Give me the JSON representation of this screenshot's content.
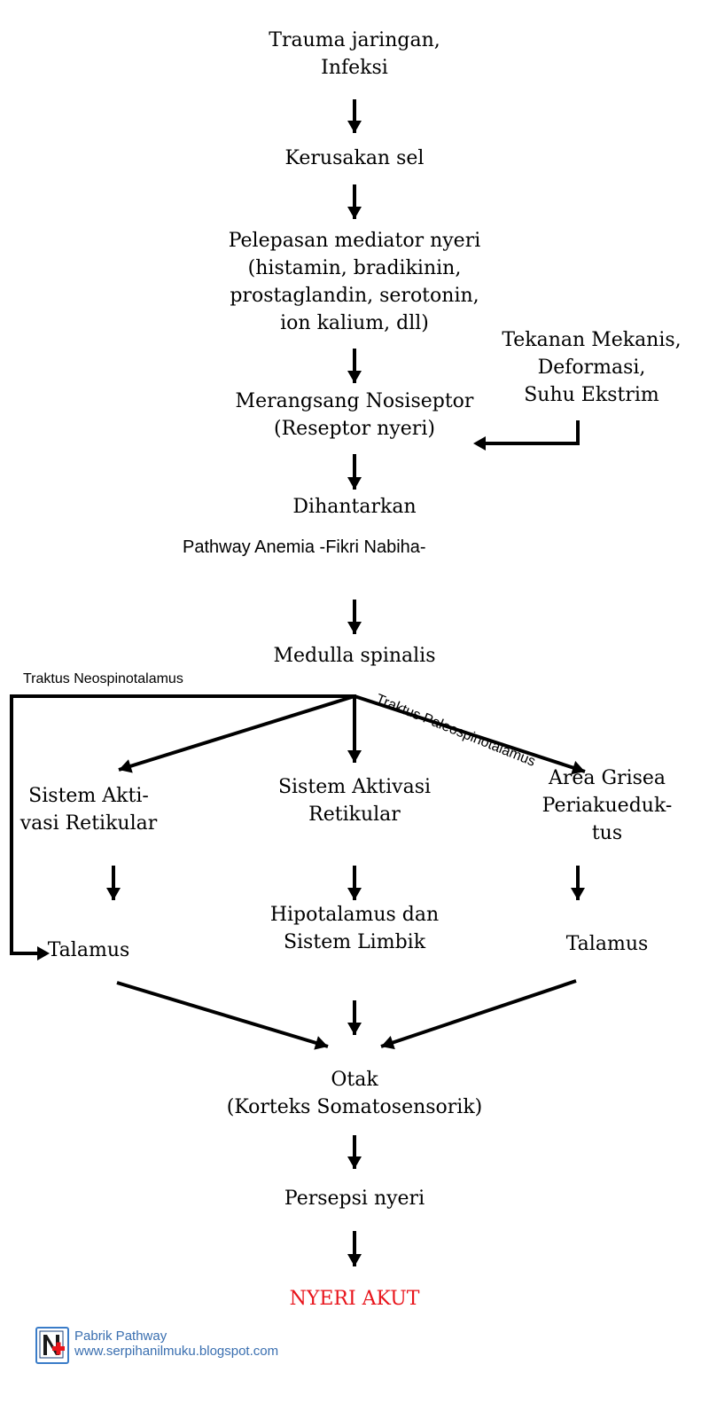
{
  "diagram": {
    "nodes": {
      "trauma": [
        "Trauma jaringan,",
        "Infeksi"
      ],
      "kerusakan": [
        "Kerusakan sel"
      ],
      "pelepasan": [
        "Pelepasan mediator nyeri",
        "(histamin, bradikinin,",
        "prostaglandin, serotonin,",
        "ion kalium, dll)"
      ],
      "tekanan": [
        "Tekanan Mekanis,",
        "Deformasi,",
        "Suhu Ekstrim"
      ],
      "merangsang": [
        "Merangsang Nosiseptor",
        "(Reseptor nyeri)"
      ],
      "dihantarkan": [
        "Dihantarkan"
      ],
      "medulla": [
        "Medulla spinalis"
      ],
      "sistem_left": [
        "Sistem Akti-",
        "vasi Retikular"
      ],
      "sistem_center": [
        "Sistem Aktivasi",
        "Retikular"
      ],
      "area_grisea": [
        "Area Grisea",
        "Periakueduk-",
        "tus"
      ],
      "talamus_left": [
        "Talamus"
      ],
      "hipotalamus": [
        "Hipotalamus dan",
        "Sistem Limbik"
      ],
      "talamus_right": [
        "Talamus"
      ],
      "otak": [
        "Otak",
        "(Korteks Somatosensorik)"
      ],
      "persepsi": [
        "Persepsi nyeri"
      ],
      "nyeri_akut": [
        "NYERI AKUT"
      ]
    },
    "edge_labels": {
      "neospinotalamus": "Traktus Neospinotalamus",
      "paleospinotalamus": "Traktus Paleospinotalamus"
    },
    "watermark": "Pathway Anemia -Fikri Nabiha-",
    "colors": {
      "text": "#000000",
      "result": "#e8141b",
      "footer": "#3a6fb0"
    }
  },
  "footer": {
    "logo_icon": "n-cross-logo-icon",
    "brand": "Pabrik Pathway",
    "url": "www.serpihanilmuku.blogspot.com"
  }
}
